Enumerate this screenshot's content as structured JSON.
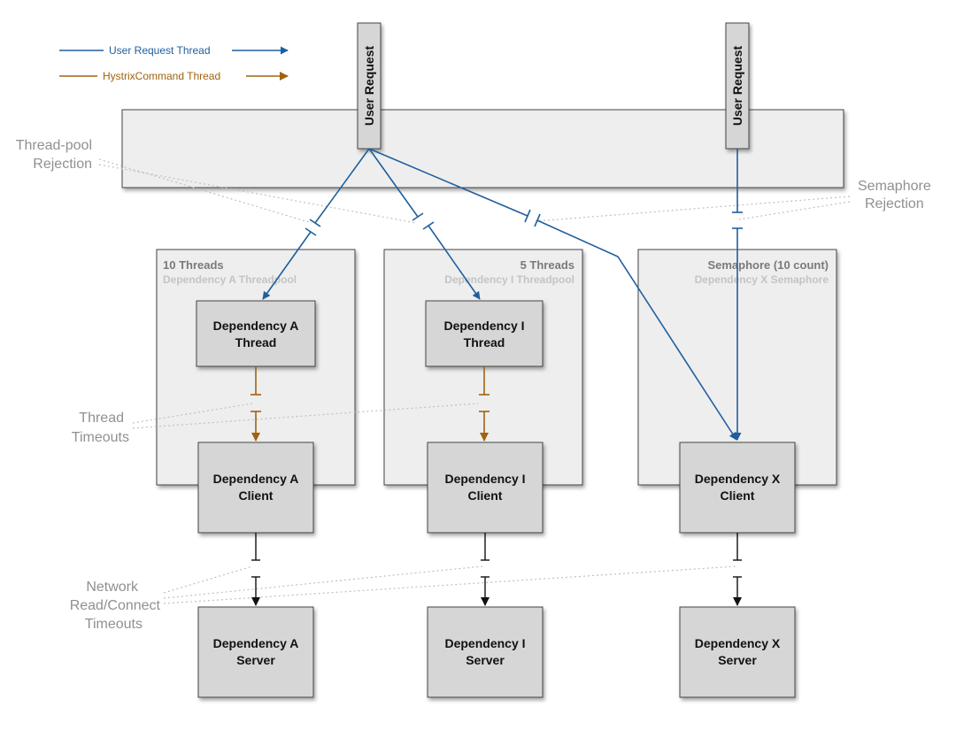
{
  "legend": {
    "user_request_thread": "User Request Thread",
    "hystrix_command_thread": "HystrixCommand Thread"
  },
  "user_request_label": "User Request",
  "annotations": {
    "threadpool_rejection": [
      "Thread-pool",
      "Rejection"
    ],
    "semaphore_rejection": [
      "Semaphore",
      "Rejection"
    ],
    "thread_timeouts": [
      "Thread",
      "Timeouts"
    ],
    "network_timeouts": [
      "Network",
      "Read/Connect",
      "Timeouts"
    ]
  },
  "pools": {
    "a": {
      "title": "10 Threads",
      "subtitle": "Dependency A Threadpool"
    },
    "i": {
      "title": "5 Threads",
      "subtitle": "Dependency I Threadpool"
    },
    "x": {
      "title": "Semaphore (10 count)",
      "subtitle": "Dependency X Semaphore"
    }
  },
  "boxes": {
    "a_thread": [
      "Dependency A",
      "Thread"
    ],
    "i_thread": [
      "Dependency I",
      "Thread"
    ],
    "a_client": [
      "Dependency A",
      "Client"
    ],
    "i_client": [
      "Dependency I",
      "Client"
    ],
    "x_client": [
      "Dependency X",
      "Client"
    ],
    "a_server": [
      "Dependency A",
      "Server"
    ],
    "i_server": [
      "Dependency I",
      "Server"
    ],
    "x_server": [
      "Dependency X",
      "Server"
    ]
  },
  "colors": {
    "user_thread": "#1f5f9e",
    "hystrix_thread": "#a0620f",
    "network": "#111111",
    "box_fill": "#d6d6d6",
    "panel_fill": "#eeeeee",
    "dotted": "#c0c0c0"
  }
}
